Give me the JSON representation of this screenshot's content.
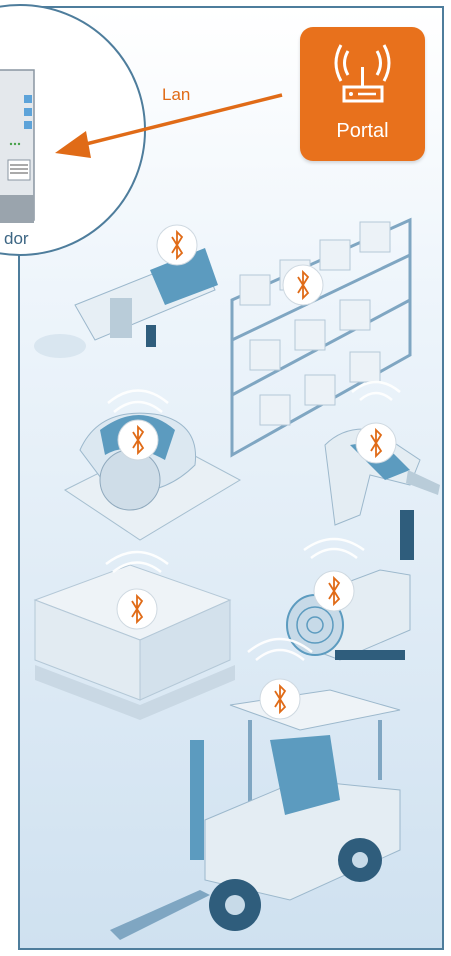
{
  "diagram": {
    "link_label": "Lan",
    "gateway_label": "Portal",
    "server_label": "dor",
    "colors": {
      "accent": "#e8711c",
      "frame": "#4e7d9c",
      "equipment": "#5c9bbf",
      "equipment_light": "#dfeaf2"
    },
    "icons": [
      "router-icon",
      "server-icon",
      "bluetooth-icon",
      "angle-grinder-icon",
      "shelving-icon",
      "circular-saw-icon",
      "drill-icon",
      "pallet-boxes-icon",
      "fan-icon",
      "forklift-icon"
    ]
  }
}
